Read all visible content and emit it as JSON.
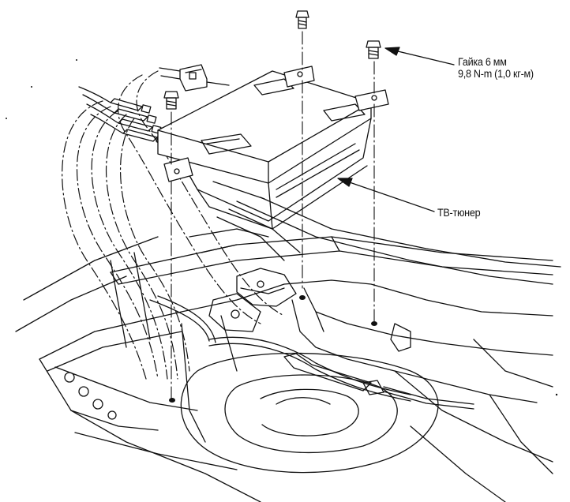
{
  "labels": {
    "nut_line1": "Гайка 6  мм",
    "nut_line2": "9,8 N-m (1,0 кг-м)",
    "tuner": "ТВ-тюнер"
  },
  "colors": {
    "ink": "#111111",
    "paper": "#ffffff"
  }
}
